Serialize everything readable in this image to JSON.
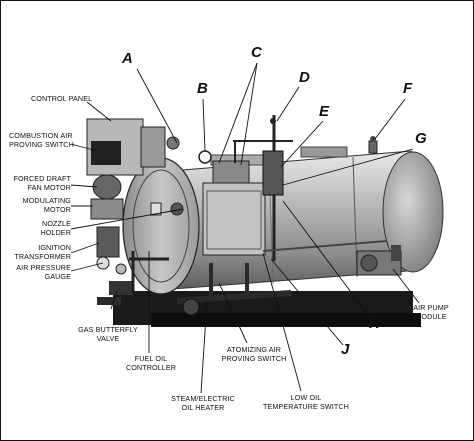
{
  "letters": [
    "A",
    "B",
    "C",
    "D",
    "E",
    "F",
    "G",
    "H",
    "J"
  ],
  "labels": {
    "control_panel": "CONTROL PANEL",
    "combustion_air_switch": "COMBUSTION AIR\nPROVING SWITCH",
    "forced_draft_motor": "FORCED DRAFT\nFAN MOTOR",
    "modulating_motor": "MODULATING\nMOTOR",
    "nozzle_holder": "NOZZLE\nHOLDER",
    "ignition_transformer": "IGNITION\nTRANSFORMER",
    "air_pressure_gauge": "AIR PRESSURE\nGAUGE",
    "gas_butterfly_valve": "GAS BUTTERFLY\nVALVE",
    "fuel_oil_controller": "FUEL OIL\nCONTROLLER",
    "steam_electric_heater": "STEAM/ELECTRIC\nOIL HEATER",
    "atomizing_air_switch": "ATOMIZING AIR\nPROVING SWITCH",
    "low_oil_temp_switch": "LOW OIL\nTEMPERATURE SWITCH",
    "air_pump_module": "AIR PUMP\nMODULE"
  }
}
